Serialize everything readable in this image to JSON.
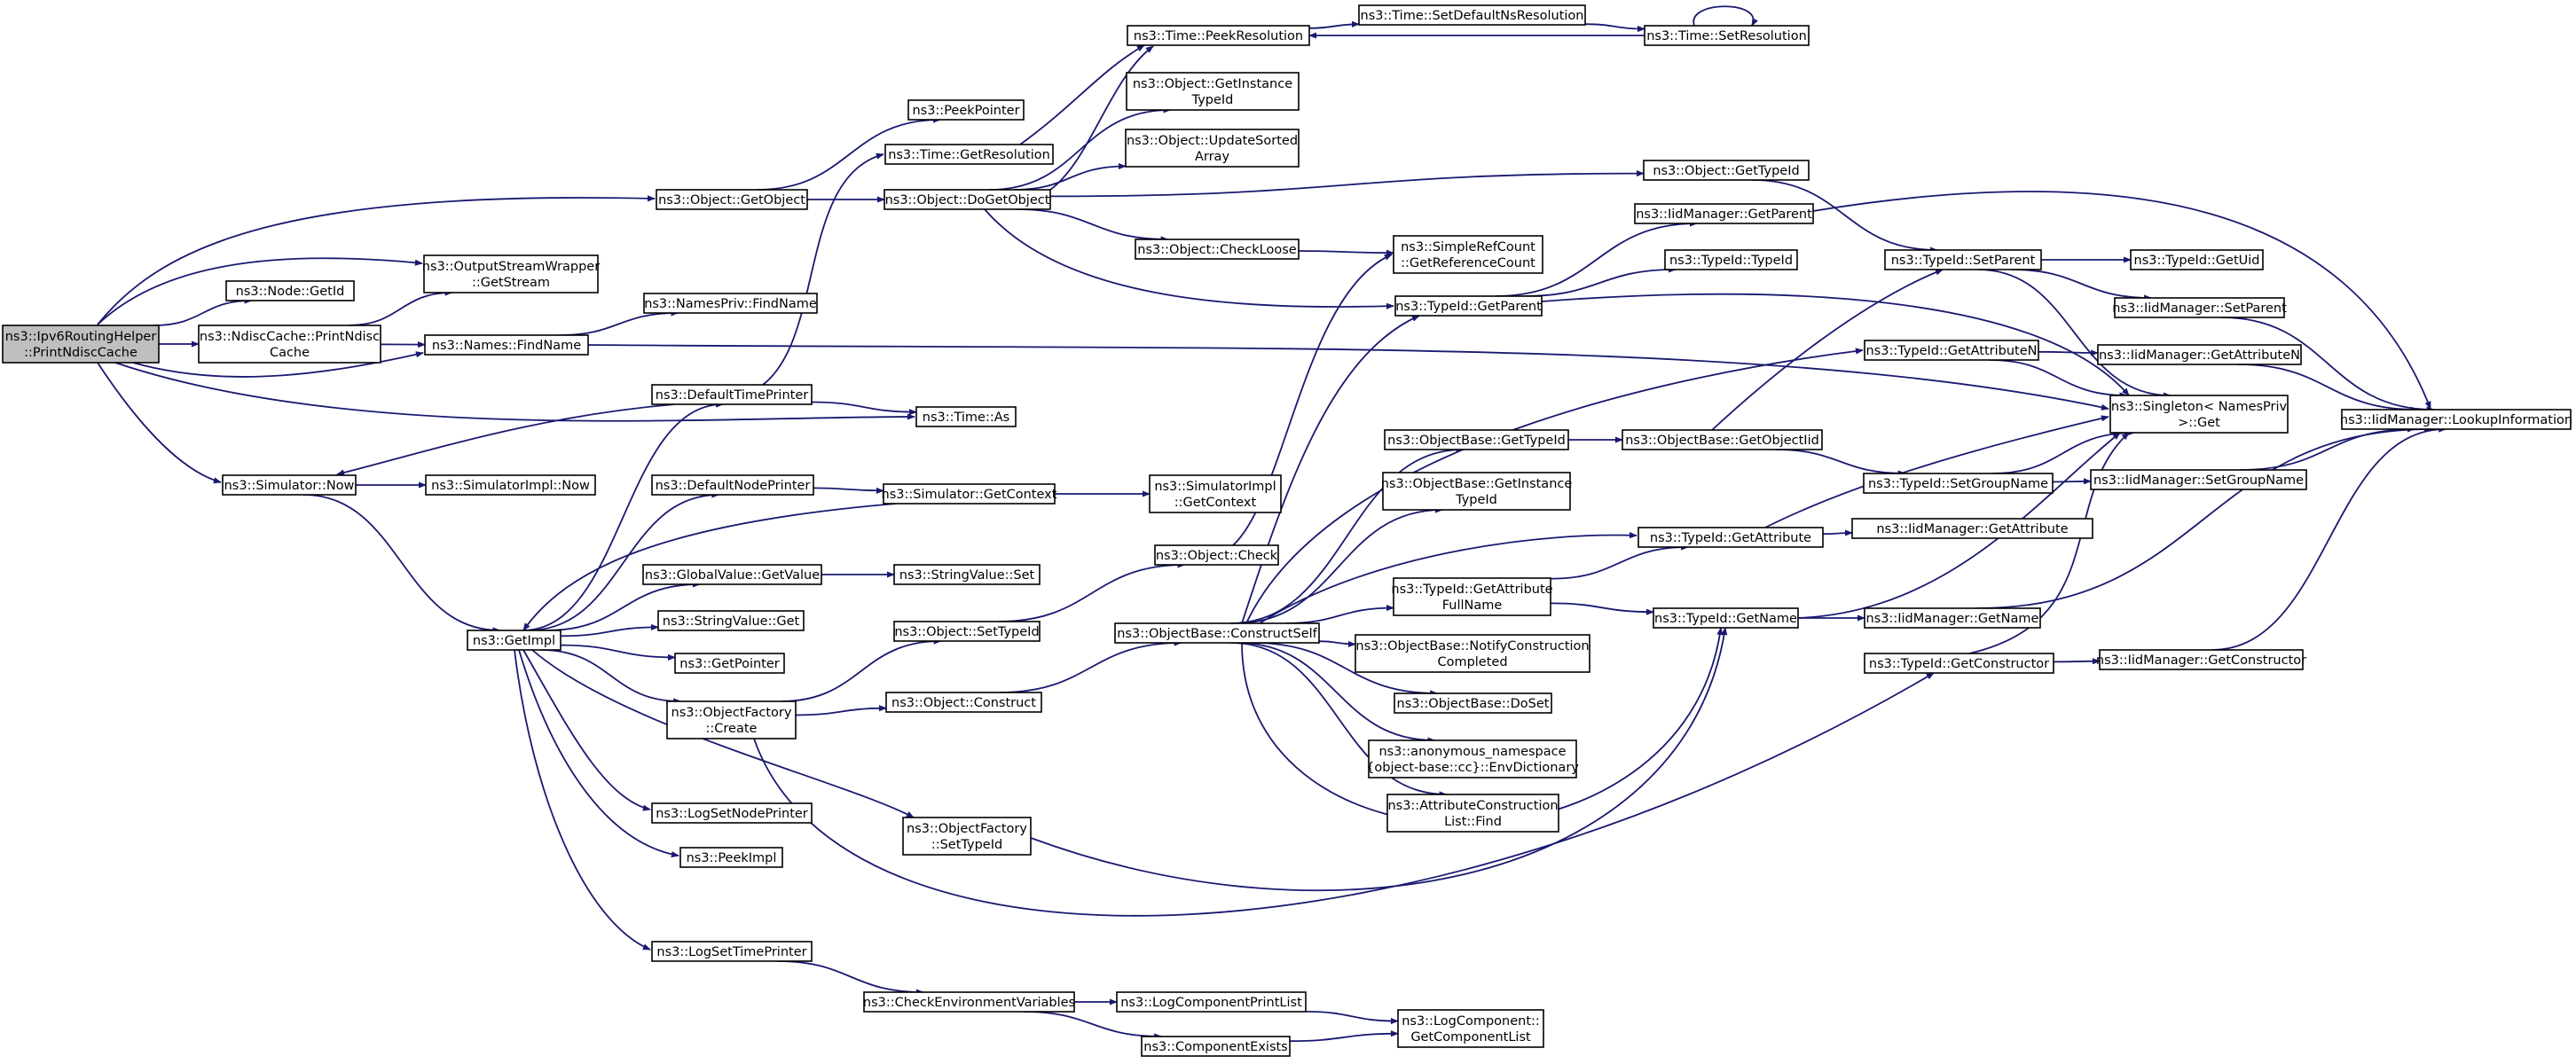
{
  "graph": {
    "colors": {
      "edge": "#191970",
      "node_fill": "#ffffff",
      "root_fill": "#bfbfbf",
      "border": "#000000"
    },
    "nodes": {
      "root": [
        "ns3::Ipv6RoutingHelper",
        "::PrintNdiscCache"
      ],
      "node_getid": [
        "ns3::Node::GetId"
      ],
      "ndisc_print": [
        "ns3::NdiscCache::PrintNdisc",
        "Cache"
      ],
      "osw_getstream": [
        "ns3::OutputStreamWrapper",
        "::GetStream"
      ],
      "names_findname": [
        "ns3::Names::FindName"
      ],
      "namespriv_findname": [
        "ns3::NamesPriv::FindName"
      ],
      "object_getobject": [
        "ns3::Object::GetObject"
      ],
      "peekpointer": [
        "ns3::PeekPointer"
      ],
      "time_getresolution": [
        "ns3::Time::GetResolution"
      ],
      "object_dogetobject": [
        "ns3::Object::DoGetObject"
      ],
      "time_peekresolution": [
        "ns3::Time::PeekResolution"
      ],
      "time_setdefaultns": [
        "ns3::Time::SetDefaultNsResolution"
      ],
      "time_setresolution": [
        "ns3::Time::SetResolution"
      ],
      "object_getinstancetypeid": [
        "ns3::Object::GetInstance",
        "TypeId"
      ],
      "object_updatesorted": [
        "ns3::Object::UpdateSorted",
        "Array"
      ],
      "object_checkloose": [
        "ns3::Object::CheckLoose"
      ],
      "object_gettypeid": [
        "ns3::Object::GetTypeId"
      ],
      "simplerefcount": [
        "ns3::SimpleRefCount",
        "::GetReferenceCount"
      ],
      "iidmanager_getparent": [
        "ns3::IidManager::GetParent"
      ],
      "typeid_typeid": [
        "ns3::TypeId::TypeId"
      ],
      "typeid_getparent": [
        "ns3::TypeId::GetParent"
      ],
      "typeid_setparent": [
        "ns3::TypeId::SetParent"
      ],
      "typeid_getuid": [
        "ns3::TypeId::GetUid"
      ],
      "iidmanager_setparent": [
        "ns3::IidManager::SetParent"
      ],
      "typeid_getattributen": [
        "ns3::TypeId::GetAttributeN"
      ],
      "iidmanager_getattributen": [
        "ns3::IidManager::GetAttributeN"
      ],
      "singleton_get": [
        "ns3::Singleton< NamesPriv",
        ">::Get"
      ],
      "iidmanager_lookup": [
        "ns3::IidManager::LookupInformation"
      ],
      "defaulttimeprinter": [
        "ns3::DefaultTimePrinter"
      ],
      "time_as": [
        "ns3::Time::As"
      ],
      "simulator_now": [
        "ns3::Simulator::Now"
      ],
      "simulatorimpl_now": [
        "ns3::SimulatorImpl::Now"
      ],
      "defaultnodeprinter": [
        "ns3::DefaultNodePrinter"
      ],
      "simulator_getcontext": [
        "ns3::Simulator::GetContext"
      ],
      "simulatorimpl_getcontext": [
        "ns3::SimulatorImpl",
        "::GetContext"
      ],
      "objectbase_gettypeid": [
        "ns3::ObjectBase::GetTypeId"
      ],
      "objectbase_getobjectiid": [
        "ns3::ObjectBase::GetObjectIid"
      ],
      "typeid_setgroupname": [
        "ns3::TypeId::SetGroupName"
      ],
      "iidmanager_setgroupname": [
        "ns3::IidManager::SetGroupName"
      ],
      "objectbase_getinstancetypeid": [
        "ns3::ObjectBase::GetInstance",
        "TypeId"
      ],
      "typeid_getattribute": [
        "ns3::TypeId::GetAttribute"
      ],
      "iidmanager_getattribute": [
        "ns3::IidManager::GetAttribute"
      ],
      "object_check": [
        "ns3::Object::Check"
      ],
      "globalvalue_getvalue": [
        "ns3::GlobalValue::GetValue"
      ],
      "stringvalue_set": [
        "ns3::StringValue::Set"
      ],
      "getimpl": [
        "ns3::GetImpl"
      ],
      "stringvalue_get": [
        "ns3::StringValue::Get"
      ],
      "object_settypeid": [
        "ns3::Object::SetTypeId"
      ],
      "objectbase_constructself": [
        "ns3::ObjectBase::ConstructSelf"
      ],
      "typeid_getattributefullname": [
        "ns3::TypeId::GetAttribute",
        "FullName"
      ],
      "typeid_getname": [
        "ns3::TypeId::GetName"
      ],
      "iidmanager_getname": [
        "ns3::IidManager::GetName"
      ],
      "getpointer": [
        "ns3::GetPointer"
      ],
      "objectbase_notify": [
        "ns3::ObjectBase::NotifyConstruction",
        "Completed"
      ],
      "typeid_getconstructor": [
        "ns3::TypeId::GetConstructor"
      ],
      "iidmanager_getconstructor": [
        "ns3::IidManager::GetConstructor"
      ],
      "objectfactory_create": [
        "ns3::ObjectFactory",
        "::Create"
      ],
      "object_construct": [
        "ns3::Object::Construct"
      ],
      "objectbase_doset": [
        "ns3::ObjectBase::DoSet"
      ],
      "envdictionary": [
        "ns3::anonymous_namespace",
        "{object-base::cc}::EnvDictionary"
      ],
      "logsetnodeprinter": [
        "ns3::LogSetNodePrinter"
      ],
      "attrconstruction_find": [
        "ns3::AttributeConstruction",
        "List::Find"
      ],
      "objectfactory_settypeid": [
        "ns3::ObjectFactory",
        "::SetTypeId"
      ],
      "peekimpl": [
        "ns3::PeekImpl"
      ],
      "logsettimeprinter": [
        "ns3::LogSetTimePrinter"
      ],
      "checkenvvars": [
        "ns3::CheckEnvironmentVariables"
      ],
      "logcomponentprintlist": [
        "ns3::LogComponentPrintList"
      ],
      "componentexists": [
        "ns3::ComponentExists"
      ],
      "logcomponent_getlist": [
        "ns3::LogComponent::",
        "GetComponentList"
      ]
    }
  }
}
